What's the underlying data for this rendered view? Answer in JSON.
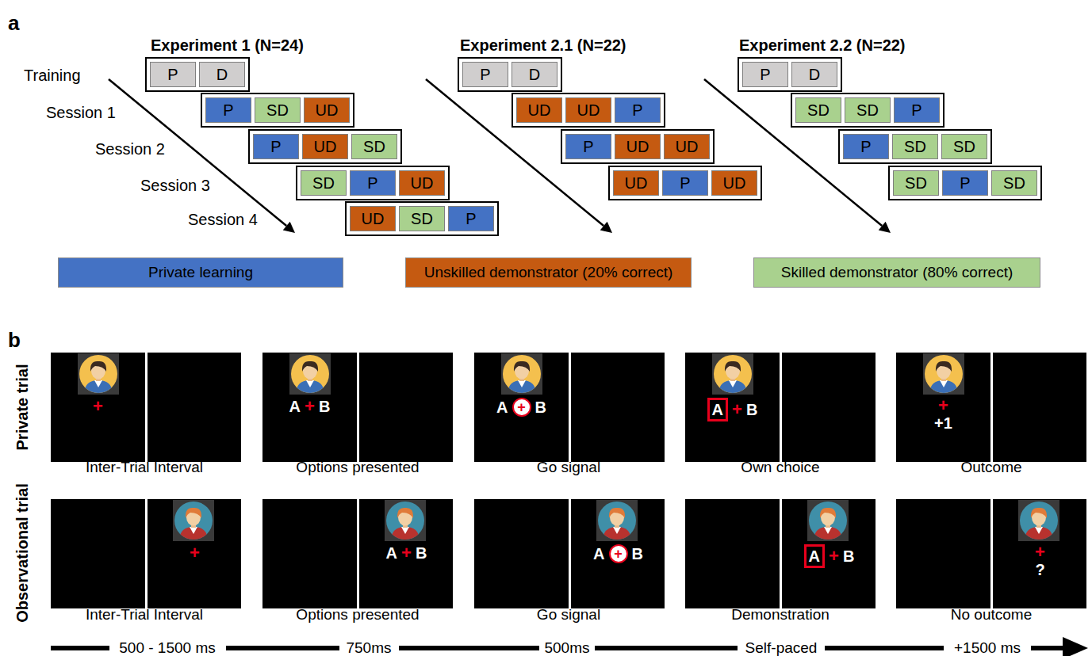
{
  "diagram": {
    "nodes": [
      {
        "text": []
      },
      {
        "text": [
          "P"
        ],
        "in": 0
      },
      {
        "text": [
          "D"
        ],
        "in": 0
      },
      {
        "text": []
      },
      {
        "text": [
          "P"
        ],
        "in": 3
      },
      {
        "text": [
          "SD"
        ],
        "in": 3
      },
      {
        "text": [
          "UD"
        ],
        "in": 3
      },
      {
        "text": []
      },
      {
        "text": [
          "P"
        ],
        "in": 7
      },
      {
        "text": [
          "UD"
        ],
        "in": 7
      },
      {
        "text": [
          "SD"
        ],
        "in": 7
      },
      {
        "text": []
      },
      {
        "text": [
          "SD"
        ],
        "in": 11
      },
      {
        "text": [
          "P"
        ],
        "in": 11
      },
      {
        "text": [
          "UD"
        ],
        "in": 11
      },
      {
        "text": []
      },
      {
        "text": [
          "UD"
        ],
        "in": 15
      },
      {
        "text": [
          "SD"
        ],
        "in": 15
      },
      {
        "text": [
          "P"
        ],
        "in": 15
      },
      {
        "text": []
      },
      {
        "text": [
          "P"
        ],
        "in": 19
      },
      {
        "text": [
          "D"
        ],
        "in": 19
      },
      {
        "text": []
      },
      {
        "text": [
          "UD"
        ],
        "in": 22
      },
      {
        "text": [
          "UD"
        ],
        "in": 22
      },
      {
        "text": [
          "P"
        ],
        "in": 22
      },
      {
        "text": []
      },
      {
        "text": [
          "P"
        ],
        "in": 26
      },
      {
        "text": [
          "UD"
        ],
        "in": 26
      },
      {
        "text": [
          "UD"
        ],
        "in": 26
      },
      {
        "text": []
      },
      {
        "text": [
          "UD"
        ],
        "in": 30
      },
      {
        "text": [
          "P"
        ],
        "in": 30
      },
      {
        "text": [
          "UD"
        ],
        "in": 30
      },
      {
        "text": []
      },
      {
        "text": [
          "P"
        ],
        "in": 34
      },
      {
        "text": [
          "D"
        ],
        "in": 34
      },
      {
        "text": []
      },
      {
        "text": [
          "SD"
        ],
        "in": 37
      },
      {
        "text": [
          "SD"
        ],
        "in": 37
      },
      {
        "text": [
          "P"
        ],
        "in": 37
      },
      {
        "text": []
      },
      {
        "text": [
          "P"
        ],
        "in": 41
      },
      {
        "text": [
          "SD"
        ],
        "in": 41
      },
      {
        "text": [
          "SD"
        ],
        "in": 41
      },
      {
        "text": []
      },
      {
        "text": [
          "SD"
        ],
        "in": 45
      },
      {
        "text": [
          "P"
        ],
        "in": 45
      },
      {
        "text": [
          "SD"
        ],
        "in": 45
      },
      {
        "text": [
          "+"
        ]
      },
      {
        "text": [
          "A",
          "+",
          "B"
        ]
      },
      {
        "text": [
          "A",
          "+",
          "B"
        ]
      },
      {
        "text": [
          "A",
          "+",
          "B"
        ]
      },
      {
        "text": [
          "+",
          "+1"
        ]
      },
      {
        "text": [
          "+"
        ]
      },
      {
        "text": [
          "A",
          "+",
          "B"
        ]
      },
      {
        "text": [
          "A",
          "+",
          "B"
        ]
      },
      {
        "text": [
          "A",
          "+",
          "B"
        ]
      },
      {
        "text": [
          "+",
          "?"
        ]
      }
    ],
    "labels": [
      "a",
      "Experiment 1 (N=24)",
      "Experiment 2.1 (N=22)",
      "Experiment 2.2 (N=22)",
      "Training",
      "Session 1",
      "Session 2",
      "Session 3",
      "Session 4",
      "b",
      "Private trial",
      "Observational trial",
      "Inter-Trial Interval",
      "Options presented",
      "Go signal",
      "Own choice",
      "Outcome",
      "Inter-Trial Interval",
      "Options presented",
      "Go signal",
      "Demonstration",
      "No outcome",
      "500 - 1500 ms",
      "750ms",
      "500ms",
      "Self-paced",
      "+1500 ms"
    ],
    "legend": [
      {
        "text": "Private learning",
        "color": "#4472c4"
      },
      {
        "text": "Unskilled demonstrator (20% correct)",
        "color": "#c55a11"
      },
      {
        "text": "Skilled demonstrator (80% correct)",
        "color": "#a9d18e"
      }
    ]
  }
}
